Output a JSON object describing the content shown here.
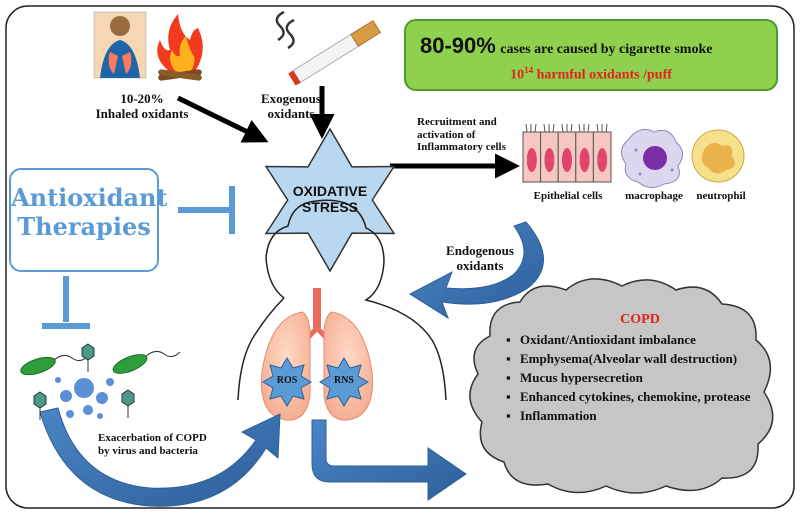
{
  "inhaled": {
    "line1": "10-20%",
    "line2": "Inhaled oxidants"
  },
  "exogenous": {
    "line1": "Exogenous",
    "line2": "oxidants"
  },
  "smoke_box": {
    "headline_pct": "80-90%",
    "headline_rest": "cases are caused by cigarette smoke",
    "sub_base": "10",
    "sub_exp": "14",
    "sub_rest": "harmful oxidants /puff",
    "fill_color": "#8fd14f",
    "sub_color": "#e3231b"
  },
  "recruitment": {
    "line1": "Recruitment and",
    "line2": "activation  of",
    "line3": "Inflammatory cells"
  },
  "cells": {
    "epithelial": "Epithelial cells",
    "macrophage": "macrophage",
    "neutrophil": "neutrophil"
  },
  "star": {
    "line1": "OXIDATIVE",
    "line2": "STRESS",
    "color": "#b9d7ee"
  },
  "endogenous": {
    "line1": "Endogenous",
    "line2": "oxidants"
  },
  "antioxidant": {
    "line1": "Antioxidant",
    "line2": "Therapies",
    "color": "#5b9bd5"
  },
  "lungs": {
    "ros": "ROS",
    "rns": "RNS"
  },
  "exacerbation": {
    "line1": "Exacerbation of COPD",
    "line2": "by virus and bacteria"
  },
  "copd": {
    "title": "COPD",
    "title_color": "#e3231b",
    "items": [
      "Oxidant/Antioxidant imbalance",
      "Emphysema(Alveolar wall destruction)",
      "Mucus hypersecretion",
      "Enhanced cytokines, chemokine, protease",
      "Inflammation"
    ]
  },
  "icons": [
    "person-breathing-icon",
    "fire-icon",
    "cigarette-icon",
    "epithelial-cell-icon",
    "macrophage-icon",
    "neutrophil-icon",
    "bacteria-icon",
    "virus-icon",
    "bacteriophage-icon",
    "lungs-icon",
    "human-silhouette-icon",
    "cloud-shape"
  ]
}
